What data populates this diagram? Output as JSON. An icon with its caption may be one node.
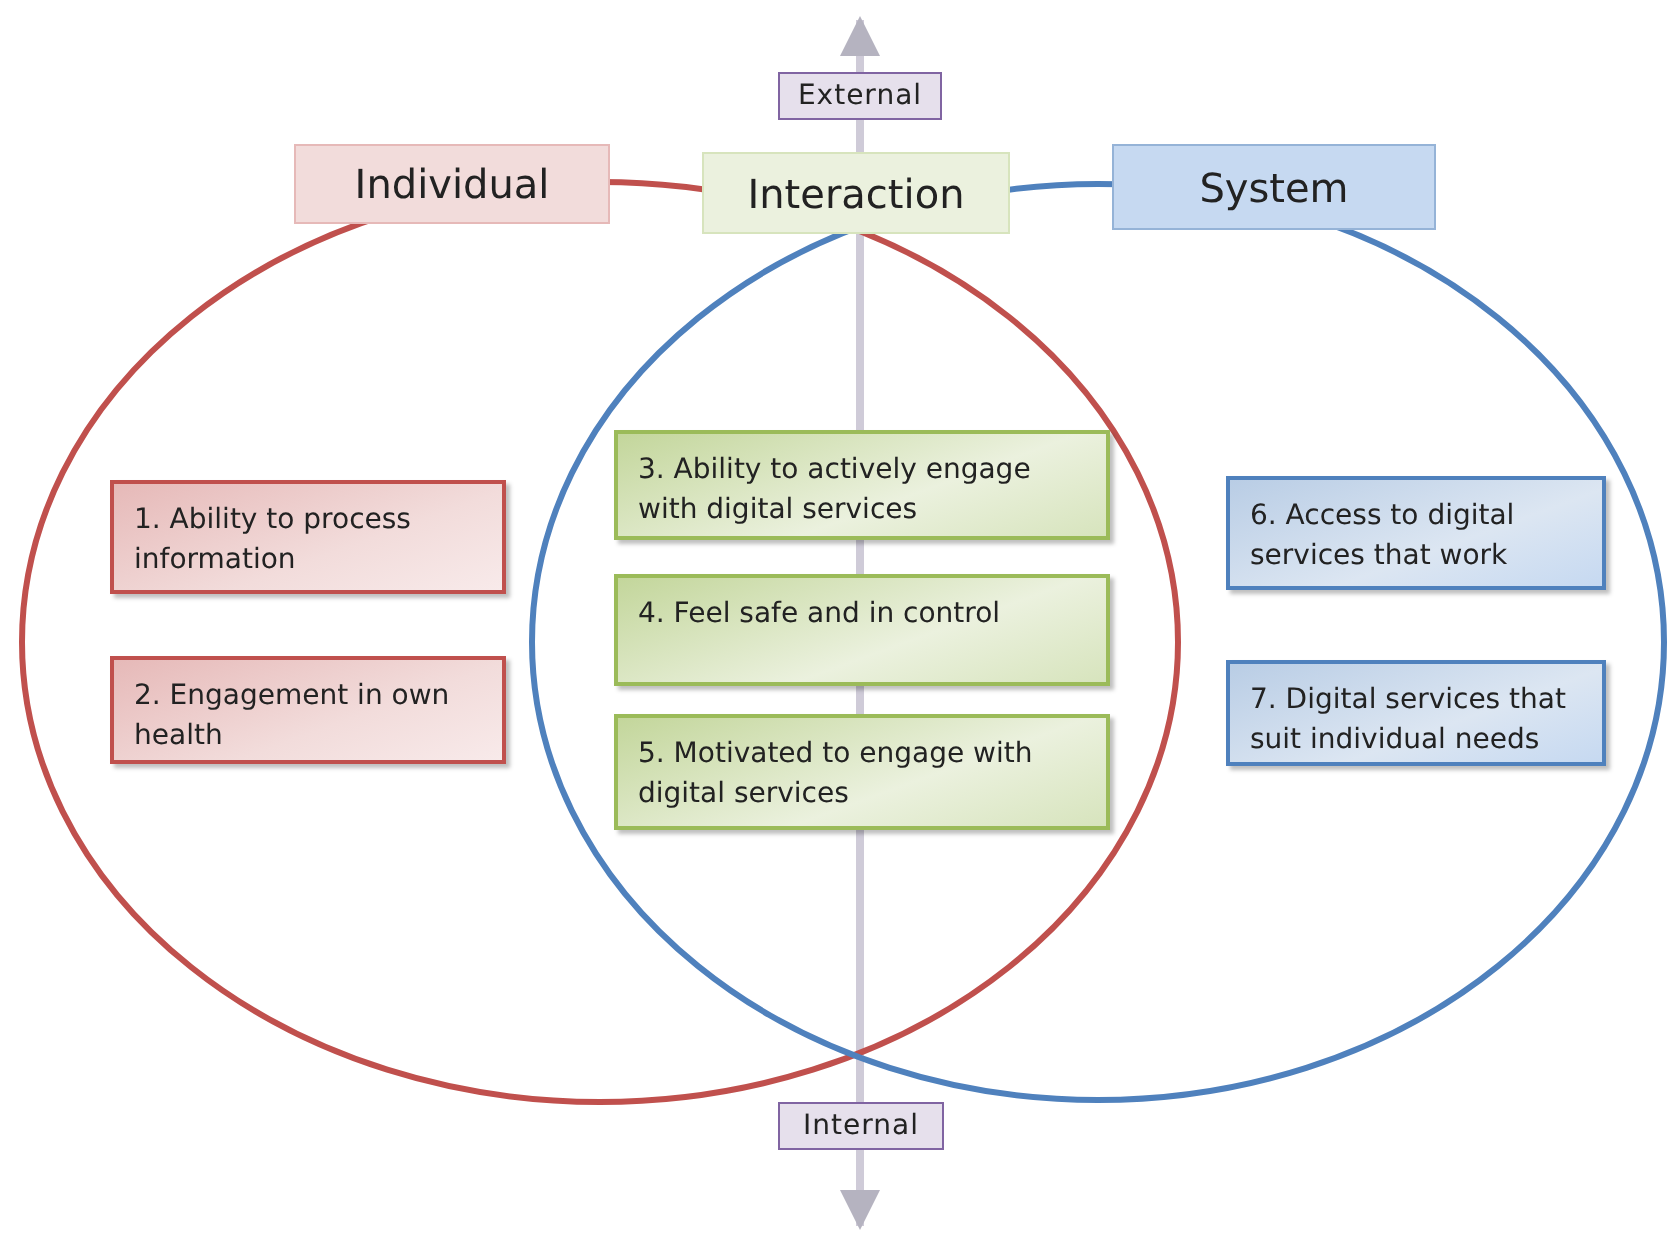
{
  "diagram": {
    "nodes": [
      {
        "text": [
          "External"
        ]
      },
      {
        "text": [
          "Individual"
        ]
      },
      {
        "text": [
          "Interaction"
        ]
      },
      {
        "text": [
          "System"
        ]
      },
      {
        "text": [
          "1. Ability to process information"
        ]
      },
      {
        "text": [
          "3. Ability to actively engage with digital services"
        ]
      },
      {
        "text": [
          "6. Access to digital services that work"
        ]
      },
      {
        "text": [
          "4. Feel safe and in control"
        ]
      },
      {
        "text": [
          "2. Engagement in own health"
        ]
      },
      {
        "text": [
          "7. Digital services that suit individual needs"
        ]
      },
      {
        "text": [
          "5. Motivated to engage with digital services"
        ]
      },
      {
        "text": [
          "Internal"
        ]
      }
    ],
    "edges": []
  }
}
